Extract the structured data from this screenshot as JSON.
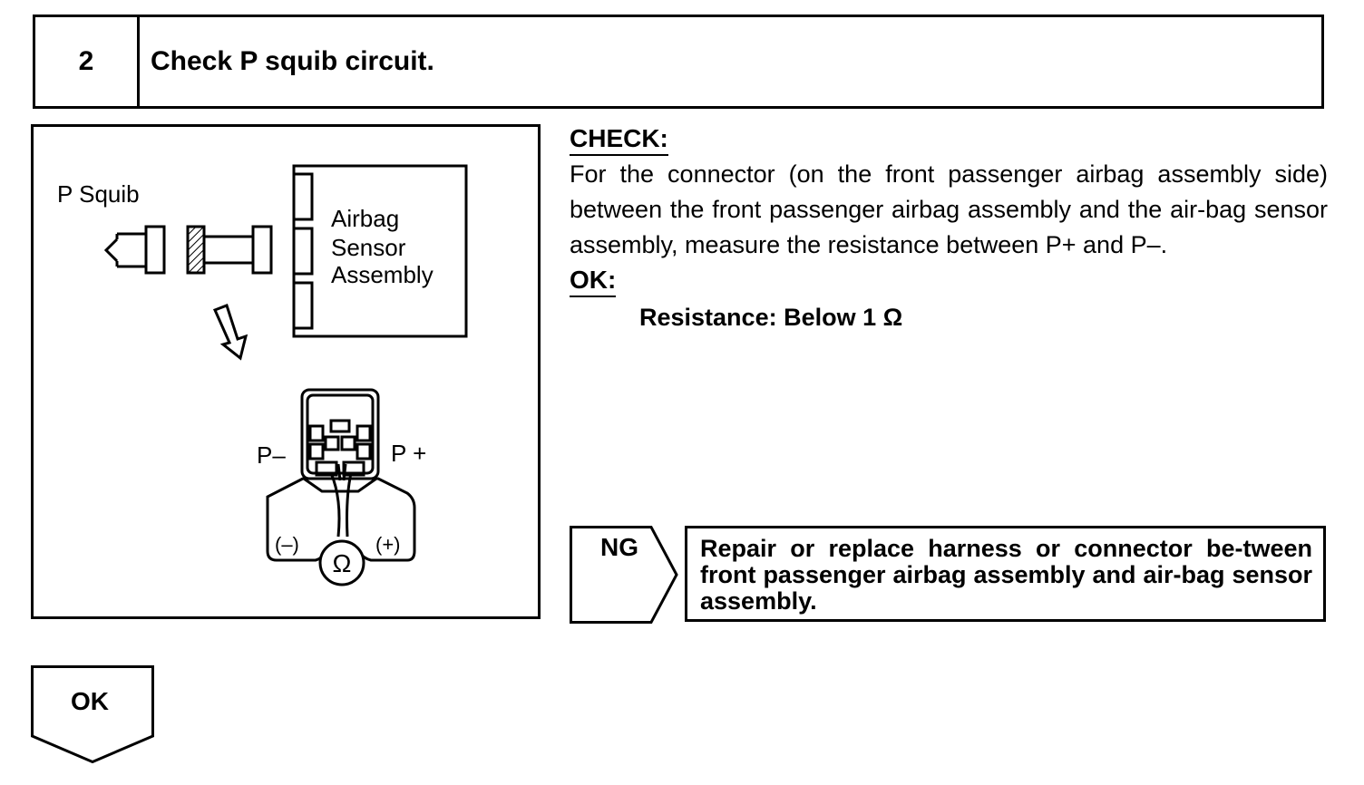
{
  "step": {
    "number": "2",
    "title": "Check P squib circuit."
  },
  "figure": {
    "p_squib_label": "P Squib",
    "sensor_label_line1": "Airbag",
    "sensor_label_line2": "Sensor",
    "sensor_label_line3": "Assembly",
    "p_minus_label": "P–",
    "p_plus_label": "P +",
    "meter_minus": "(–)",
    "meter_plus": "(+)",
    "ohm_symbol": "Ω"
  },
  "check": {
    "heading": "CHECK:",
    "text": "For the connector (on the front passenger airbag assembly side) between the front passenger airbag assembly and the air-bag sensor assembly, measure the resistance between P+ and P–."
  },
  "ok": {
    "heading": "OK:",
    "spec": "Resistance: Below 1 Ω"
  },
  "ng": {
    "label": "NG",
    "action": "Repair or replace harness or connector be-tween front passenger airbag assembly and air-bag sensor assembly."
  },
  "ok_branch": {
    "label": "OK"
  }
}
